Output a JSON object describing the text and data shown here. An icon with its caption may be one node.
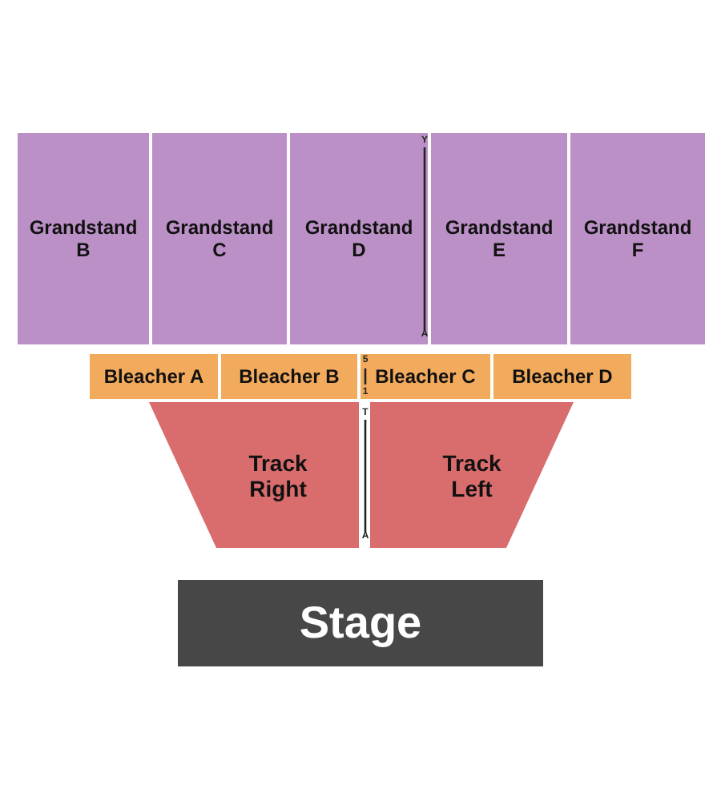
{
  "diagram": {
    "nodes": [
      {
        "text": [
          "Grandstand B"
        ]
      },
      {
        "text": [
          "Grandstand C"
        ]
      },
      {
        "text": [
          "Grandstand D"
        ]
      },
      {
        "text": [
          "Grandstand E"
        ]
      },
      {
        "text": [
          "Grandstand F"
        ]
      },
      {
        "text": [
          "Bleacher A"
        ]
      },
      {
        "text": [
          "Bleacher B"
        ]
      },
      {
        "text": [
          "Bleacher C"
        ]
      },
      {
        "text": [
          "Bleacher D"
        ]
      },
      {
        "text": [
          "Track Right"
        ]
      },
      {
        "text": [
          "Track Left"
        ]
      },
      {
        "text": [
          "Stage"
        ]
      }
    ],
    "labels": [
      "Y",
      "A",
      "5",
      "1",
      "T",
      "A"
    ]
  }
}
